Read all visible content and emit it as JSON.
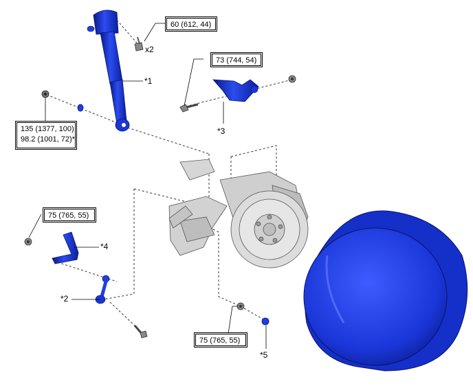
{
  "torque_specs": {
    "shock_upper": "60 (612, 44)",
    "upper_arm": "73 (744, 54)",
    "shock_lower_1": "135 (1377, 100)",
    "shock_lower_2": "98.2 (1001, 72)*",
    "stabilizer_upper": "75 (765, 55)",
    "stabilizer_lower": "75 (765, 55)"
  },
  "callouts": {
    "p1": "*1",
    "p2": "*2",
    "p3": "*3",
    "p4": "*4",
    "p5": "*5",
    "qty_x2": "x2"
  },
  "colors": {
    "part_blue": "#1f3fe0",
    "part_dark": "#0a1a8a",
    "line": "#000000",
    "grey_part": "#c8c8c8"
  }
}
